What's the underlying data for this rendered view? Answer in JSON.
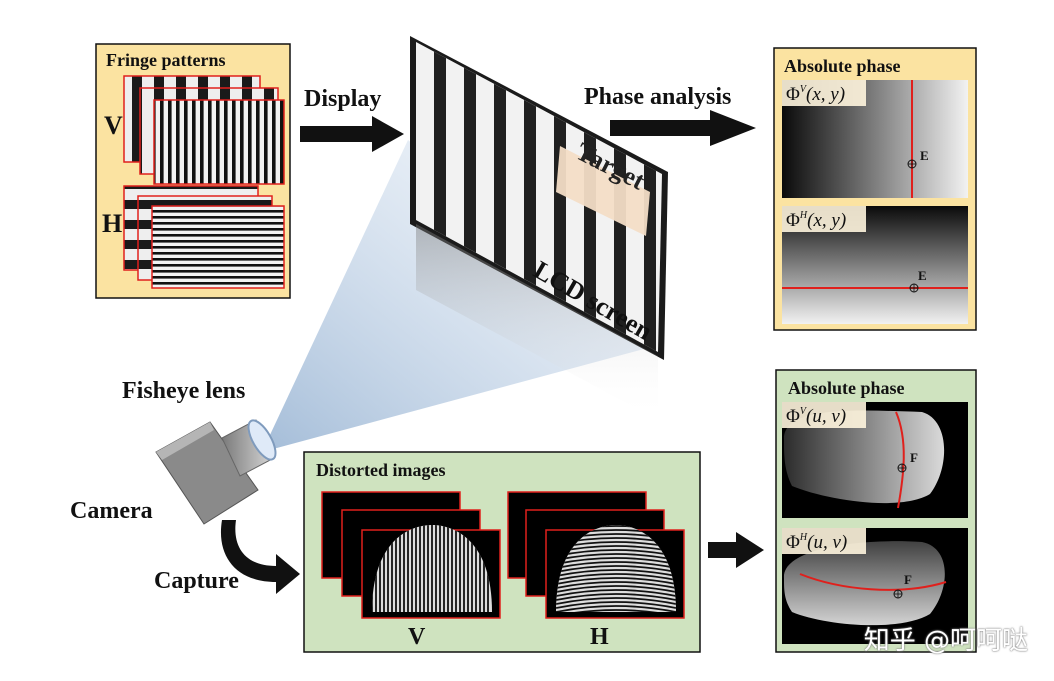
{
  "fringe_panel": {
    "title": "Fringe patterns",
    "v_label": "V",
    "h_label": "H"
  },
  "display_label": "Display",
  "lcd": {
    "target_label": "Target",
    "screen_label": "LCD screen"
  },
  "phase_analysis_label": "Phase analysis",
  "abs_top": {
    "title": "Absolute phase",
    "v": {
      "label": "Φ^V(x,y)",
      "phi": "Φ",
      "sup": "V",
      "args": "(x, y)",
      "point": "E"
    },
    "h": {
      "label": "Φ^H(x,y)",
      "phi": "Φ",
      "sup": "H",
      "args": "(x, y)",
      "point": "E"
    }
  },
  "fisheye_label": "Fisheye lens",
  "camera_label": "Camera",
  "capture_label": "Capture",
  "distorted": {
    "title": "Distorted images",
    "v_label": "V",
    "h_label": "H"
  },
  "abs_bottom": {
    "title": "Absolute phase",
    "v": {
      "label": "Φ^V(u,v)",
      "phi": "Φ",
      "sup": "V",
      "args": "(u, v)",
      "point": "F"
    },
    "h": {
      "label": "Φ^H(u,v)",
      "phi": "Φ",
      "sup": "H",
      "args": "(u, v)",
      "point": "F"
    }
  },
  "watermark": "知乎 @呵呵哒",
  "colors": {
    "panel_yellow": "#fbe3a1",
    "panel_green": "#cfe3bf",
    "frame_red": "#e0201c",
    "target_tag": "#f3ddc6",
    "projection_cone": "#aac2dc"
  }
}
